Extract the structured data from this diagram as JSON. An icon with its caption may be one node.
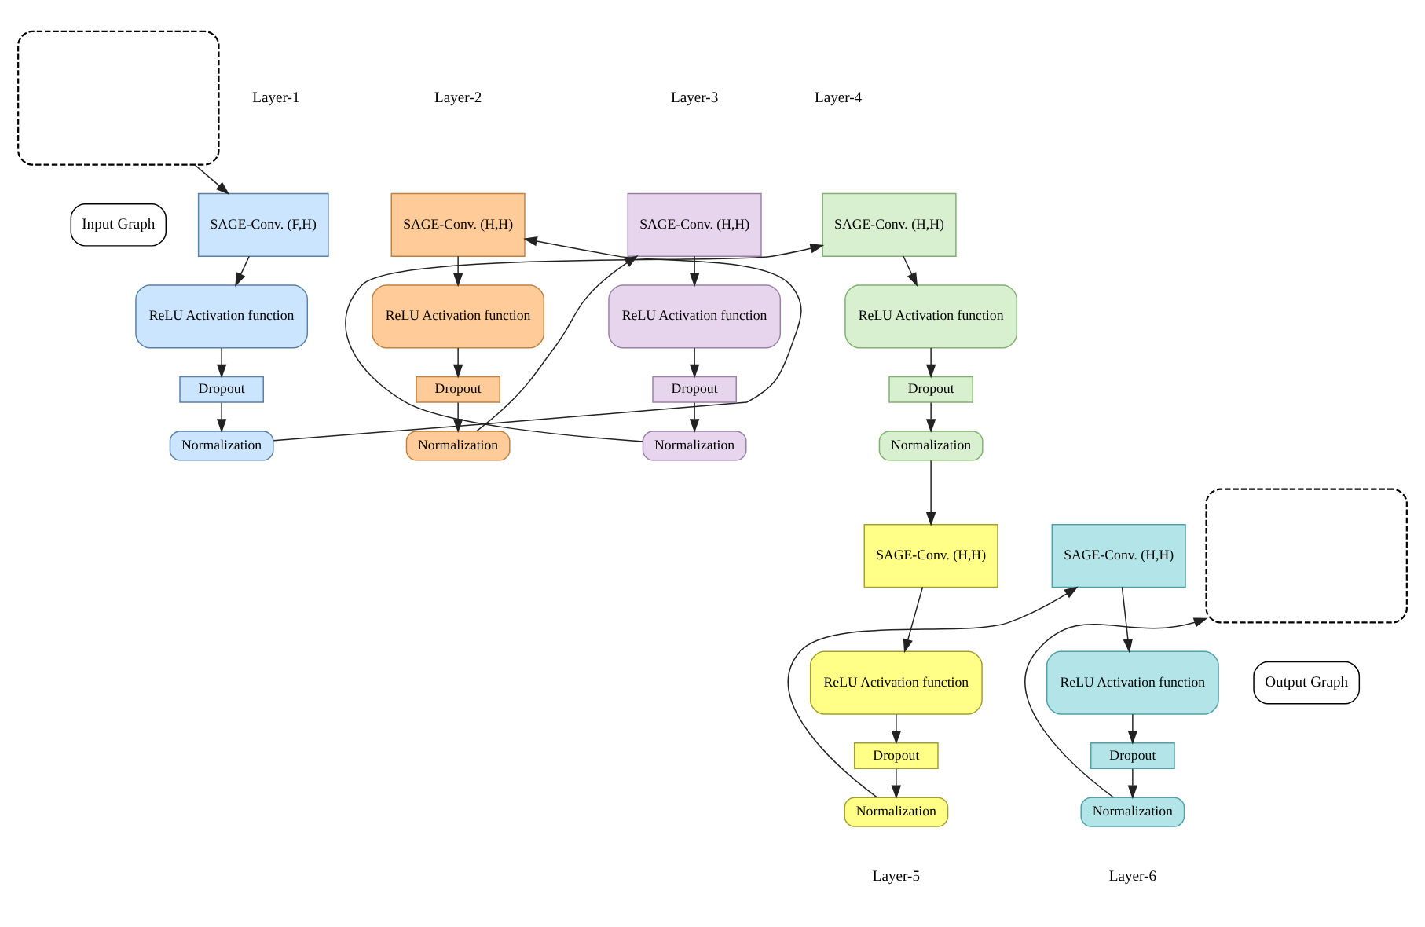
{
  "diagram": {
    "nodes": [
      {
        "text": [],
        "shape": "box"
      },
      {
        "text": [
          "Input Graph"
        ]
      },
      {
        "text": [
          "SAGE-Conv. (F,H)"
        ]
      },
      {
        "text": [
          "ReLU Activation function"
        ]
      },
      {
        "text": [
          "Dropout"
        ]
      },
      {
        "text": [
          "Normalization"
        ]
      },
      {
        "text": [
          "SAGE-Conv. (H,H)"
        ]
      },
      {
        "text": [
          "ReLU Activation function"
        ]
      },
      {
        "text": [
          "Dropout"
        ]
      },
      {
        "text": [
          "Normalization"
        ]
      },
      {
        "text": [
          "SAGE-Conv. (H,H)"
        ]
      },
      {
        "text": [
          "ReLU Activation function"
        ]
      },
      {
        "text": [
          "Dropout"
        ]
      },
      {
        "text": [
          "Normalization"
        ]
      },
      {
        "text": [
          "SAGE-Conv. (H,H)"
        ]
      },
      {
        "text": [
          "ReLU Activation function"
        ]
      },
      {
        "text": [
          "Dropout"
        ]
      },
      {
        "text": [
          "Normalization"
        ]
      },
      {
        "text": [
          "SAGE-Conv. (H,H)"
        ]
      },
      {
        "text": [
          "ReLU Activation function"
        ]
      },
      {
        "text": [
          "Dropout"
        ]
      },
      {
        "text": [
          "Normalization"
        ]
      },
      {
        "text": [
          "SAGE-Conv. (H,H)"
        ]
      },
      {
        "text": [
          "ReLU Activation function"
        ]
      },
      {
        "text": [
          "Dropout"
        ]
      },
      {
        "text": [
          "Normalization"
        ]
      },
      {
        "text": [],
        "shape": "box"
      },
      {
        "text": [
          "Output Graph"
        ]
      }
    ],
    "edges": [
      {
        "from": 0,
        "to": 2,
        "arrow": "to"
      },
      {
        "from": 2,
        "to": 3,
        "arrow": "to"
      },
      {
        "from": 3,
        "to": 4,
        "arrow": "to"
      },
      {
        "from": 4,
        "to": 5,
        "arrow": "to"
      },
      {
        "from": 5,
        "to": 6,
        "arrow": "to"
      },
      {
        "from": 6,
        "to": 7,
        "arrow": "to"
      },
      {
        "from": 7,
        "to": 8,
        "arrow": "to"
      },
      {
        "from": 8,
        "to": 9,
        "arrow": "to"
      },
      {
        "from": 9,
        "to": 10,
        "arrow": "to"
      },
      {
        "from": 10,
        "to": 11,
        "arrow": "to"
      },
      {
        "from": 11,
        "to": 12,
        "arrow": "to"
      },
      {
        "from": 12,
        "to": 13,
        "arrow": "to"
      },
      {
        "from": 13,
        "to": 14,
        "arrow": "to"
      },
      {
        "from": 14,
        "to": 15,
        "arrow": "to"
      },
      {
        "from": 15,
        "to": 16,
        "arrow": "to"
      },
      {
        "from": 16,
        "to": 17,
        "arrow": "to"
      },
      {
        "from": 17,
        "to": 18,
        "arrow": "to"
      },
      {
        "from": 18,
        "to": 19,
        "arrow": "to"
      },
      {
        "from": 19,
        "to": 20,
        "arrow": "to"
      },
      {
        "from": 20,
        "to": 21,
        "arrow": "to"
      },
      {
        "from": 21,
        "to": 22,
        "arrow": "to"
      },
      {
        "from": 22,
        "to": 23,
        "arrow": "to"
      },
      {
        "from": 23,
        "to": 24,
        "arrow": "to"
      },
      {
        "from": 24,
        "to": 25,
        "arrow": "to"
      },
      {
        "from": 25,
        "to": 26,
        "arrow": "to"
      }
    ],
    "labels": [
      "Layer-1",
      "Layer-2",
      "Layer-3",
      "Layer-4",
      "Layer-5",
      "Layer-6"
    ]
  }
}
